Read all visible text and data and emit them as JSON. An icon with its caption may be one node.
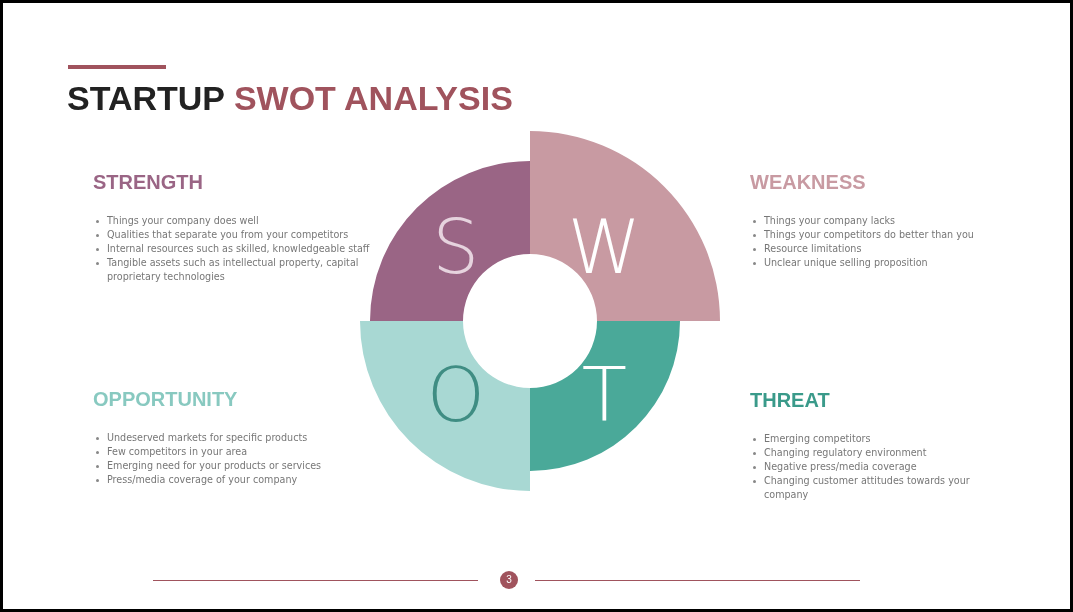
{
  "diagram": {
    "title": "STARTUP SWOT ANALYSIS",
    "nodes": [
      {
        "text": [
          "S"
        ]
      },
      {
        "text": [
          "W"
        ]
      },
      {
        "text": [
          "O"
        ]
      },
      {
        "text": [
          "T"
        ]
      }
    ],
    "edges": [],
    "labels": [
      "STRENGTH",
      "Things your company does well",
      "Qualities that separate you from your competitors",
      "Internal resources such as skilled, knowledgeable staff",
      "Tangible assets such as intellectual property, capital proprietary technologies",
      "WEAKNESS",
      "Things your company lacks",
      "Things your competitors do better than you",
      "Resource limitations",
      "Unclear unique selling proposition",
      "OPPORTUNITY",
      "Undeserved markets for specific products",
      "Few competitors in your area",
      "Emerging need for your products or services",
      "Press/media coverage of your company",
      "THREAT",
      "Emerging competitors",
      "Changing regulatory environment",
      "Negative press/media coverage",
      "Changing customer attitudes towards your company",
      "3"
    ]
  }
}
